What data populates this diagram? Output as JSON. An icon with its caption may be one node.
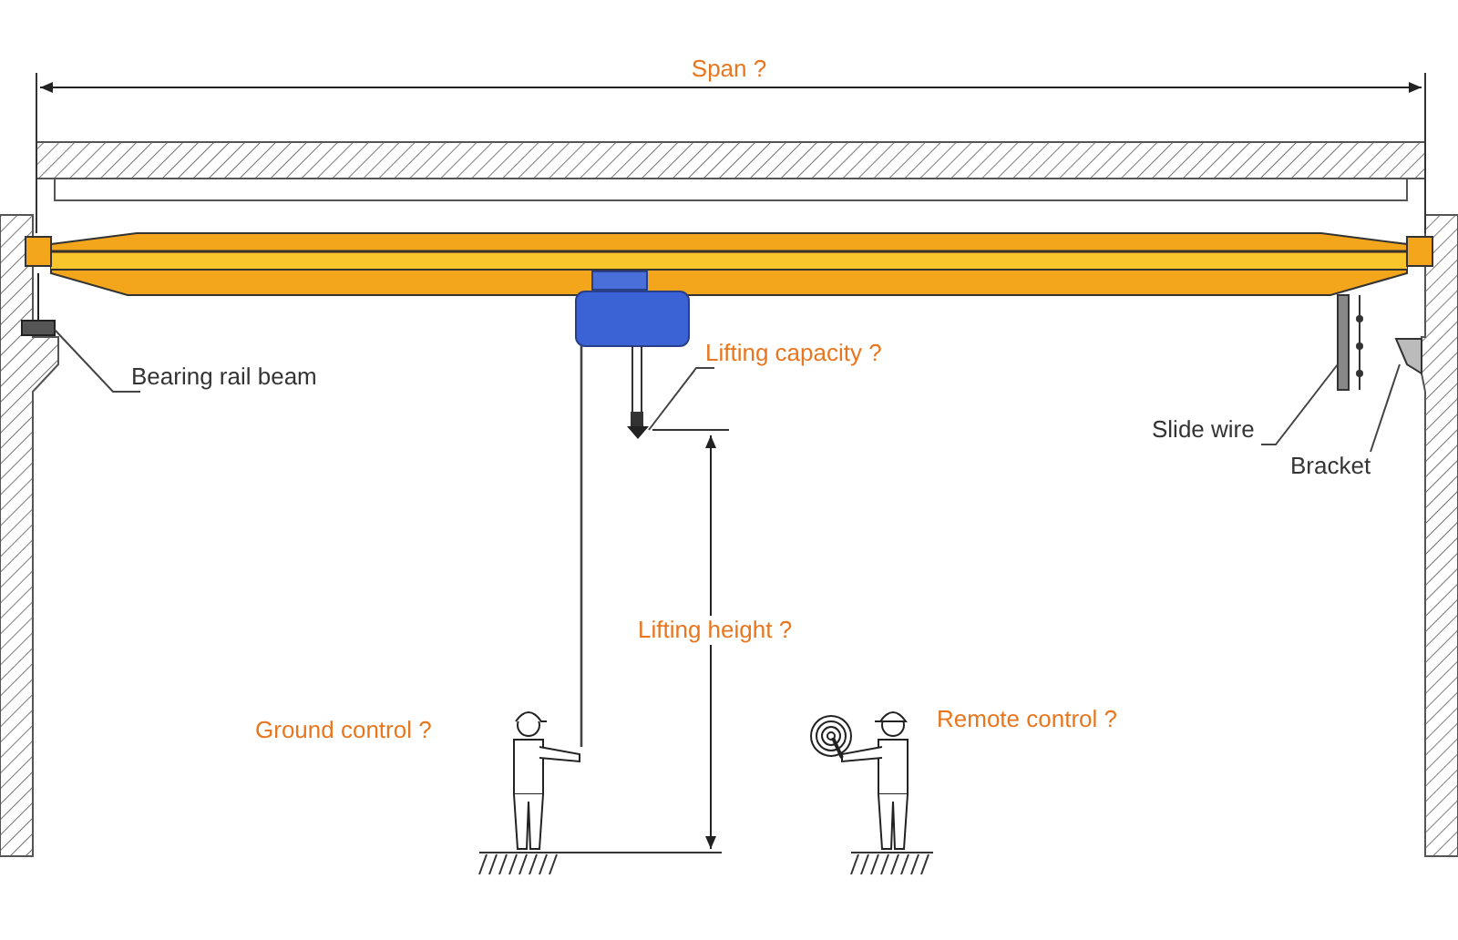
{
  "diagram": {
    "nodes": [
      {
        "text": [
          "Bearing rail beam"
        ]
      },
      {
        "text": [],
        "shape": "picture"
      },
      {
        "text": [
          "Lifting capacity ?"
        ]
      },
      {
        "text": [],
        "shape": "picture"
      },
      {
        "text": [
          "Slide wire"
        ]
      },
      {
        "text": [],
        "shape": "picture"
      },
      {
        "text": [
          "Bracket"
        ]
      },
      {
        "text": [],
        "shape": "picture"
      }
    ],
    "edges": [
      {
        "from": 0,
        "to": 1,
        "arrow": "none"
      },
      {
        "from": 2,
        "to": 3,
        "arrow": "none"
      },
      {
        "from": 4,
        "to": 5,
        "arrow": "none"
      },
      {
        "from": 6,
        "to": 7,
        "arrow": "none"
      }
    ],
    "labels": [
      "Span ?",
      "Lifting height ?",
      "Ground control ?",
      "Remote control ?"
    ]
  }
}
